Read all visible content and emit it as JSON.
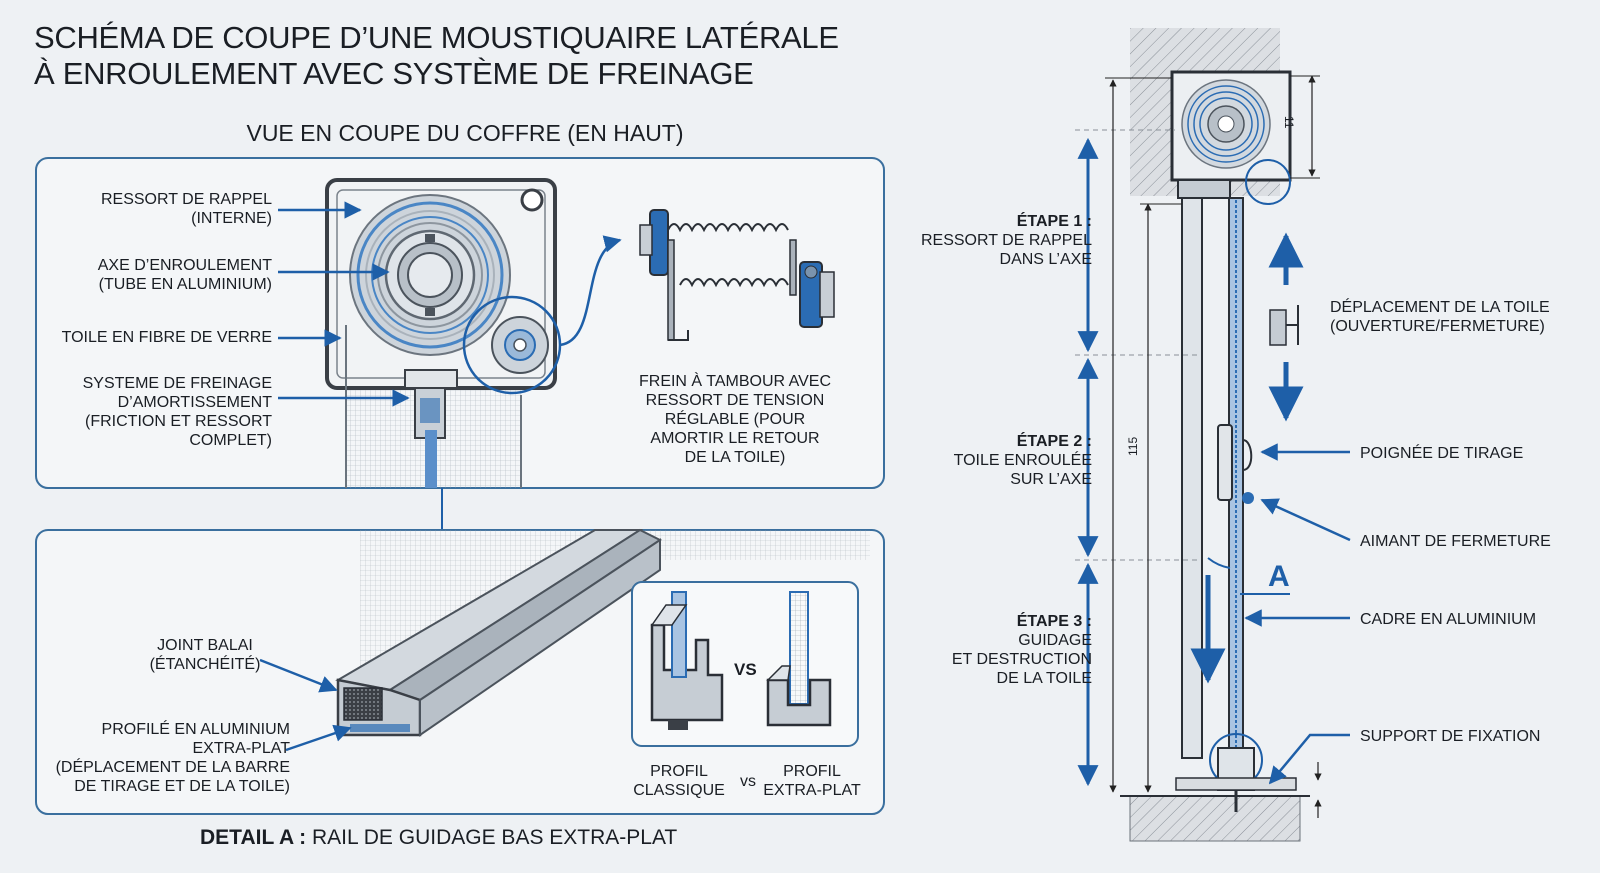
{
  "title": {
    "line1": "SCHÉMA DE COUPE D’UNE MOUSTIQUAIRE LATÉRALE",
    "line2": "À ENROULEMENT AVEC SYSTÈME DE FREINAGE"
  },
  "top_section": {
    "heading": "VUE EN COUPE DU COFFRE (EN HAUT)",
    "labels": {
      "ressort_1": "RESSORT DE RAPPEL",
      "ressort_2": "(INTERNE)",
      "axe_1": "AXE D’ENROULEMENT",
      "axe_2": "(TUBE EN ALUMINIUM)",
      "toile": "TOILE EN FIBRE DE VERRE",
      "frein_1": "SYSTEME DE FREINAGE",
      "frein_2": "D’AMORTISSEMENT",
      "frein_3": "(FRICTION ET RESSORT",
      "frein_4": "COMPLET)",
      "tambour_1": "FREIN À TAMBOUR AVEC",
      "tambour_2": "RESSORT DE TENSION",
      "tambour_3": "RÉGLABLE (POUR",
      "tambour_4": "AMORTIR LE RETOUR",
      "tambour_5": "DE LA TOILE)"
    }
  },
  "bottom_section": {
    "labels": {
      "joint_1": "JOINT BALAI",
      "joint_2": "(ÉTANCHÉITÉ)",
      "profile_1": "PROFILÉ EN ALUMINIUM",
      "profile_2": "EXTRA-PLAT",
      "profile_3": "(DÉPLACEMENT DE LA BARRE",
      "profile_4": "DE TIRAGE ET DE LA TOILE)"
    },
    "compare": {
      "vs_big": "VS",
      "left_1": "PROFIL",
      "left_2": "CLASSIQUE",
      "vs_small": "vs",
      "right_1": "PROFIL",
      "right_2": "EXTRA-PLAT"
    },
    "caption_bold": "DETAIL A :",
    "caption_rest": " RAIL DE GUIDAGE BAS EXTRA-PLAT"
  },
  "right_section": {
    "steps": {
      "s1_title": "ÉTAPE 1 :",
      "s1_l1": "RESSORT DE RAPPEL",
      "s1_l2": "DANS L’AXE",
      "s2_title": "ÉTAPE 2 :",
      "s2_l1": "TOILE ENROULÉE",
      "s2_l2": "SUR L’AXE",
      "s3_title": "ÉTAPE 3 :",
      "s3_l1": "GUIDAGE",
      "s3_l2": "ET DESTRUCTION",
      "s3_l3": "DE LA TOILE"
    },
    "labels": {
      "deplacement_1": "DÉPLACEMENT DE LA TOILE",
      "deplacement_2": "(OUVERTURE/FERMETURE)",
      "poignee": "POIGNÉE DE TIRAGE",
      "aimant": "AIMANT DE FERMETURE",
      "cadre": "CADRE EN ALUMINIUM",
      "support": "SUPPORT DE FIXATION",
      "detail_marker": "A"
    },
    "dimensions": {
      "top": "11",
      "main": "115"
    }
  },
  "colors": {
    "accent": "#2b6cb3",
    "line": "#2a2f36",
    "panel_border": "#3a6f9e",
    "background": "#eef1f4"
  }
}
